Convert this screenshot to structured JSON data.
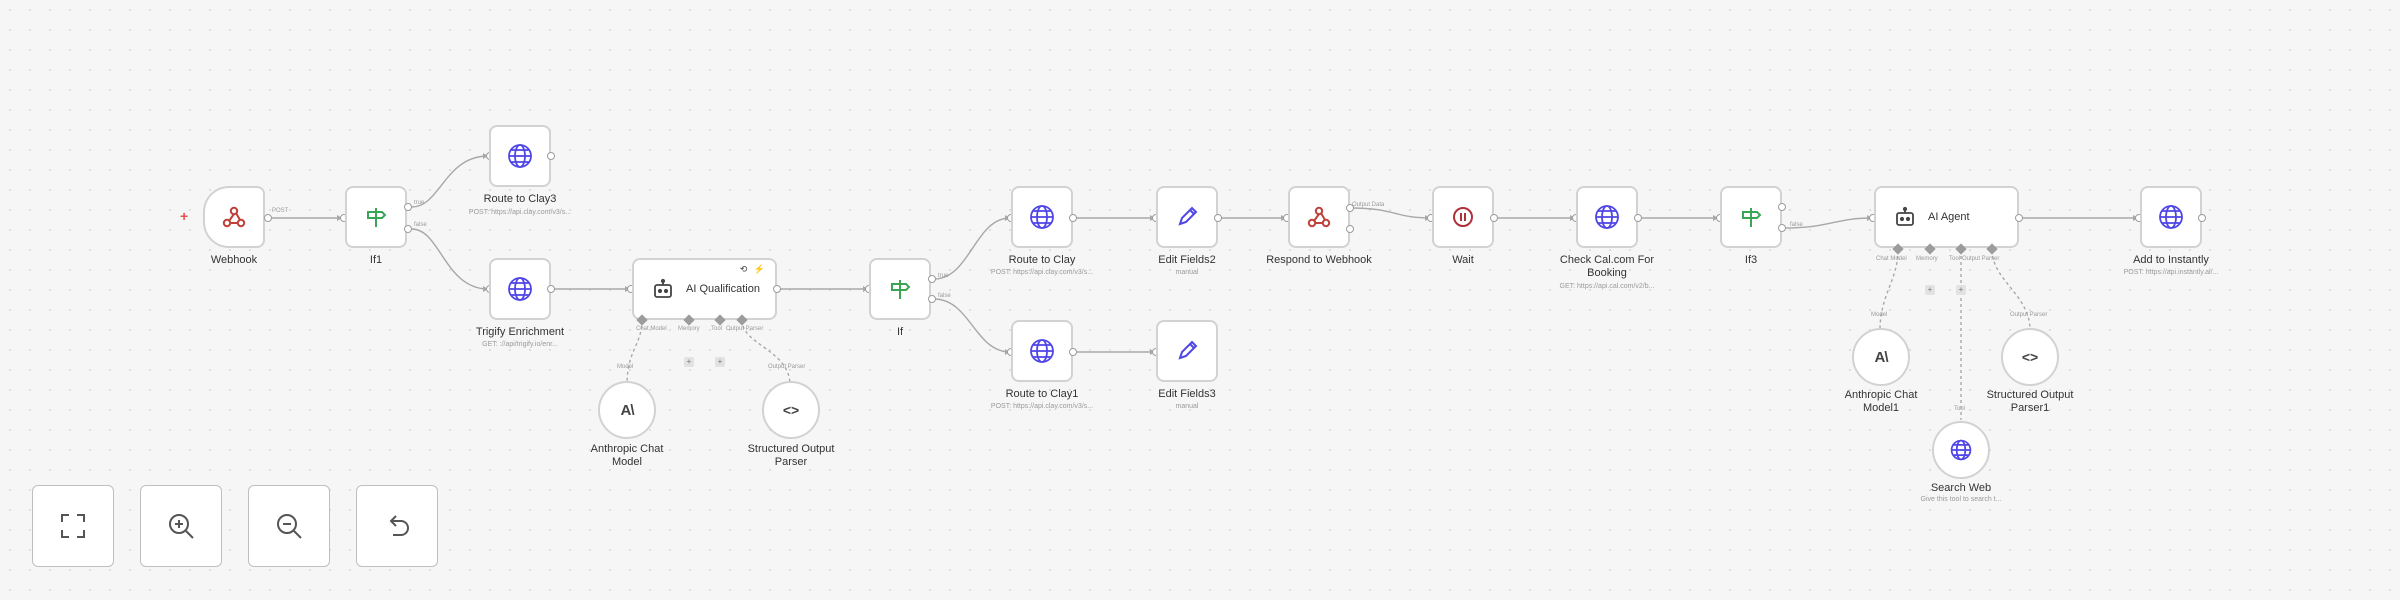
{
  "canvas": {
    "title": "n8n workflow editor"
  },
  "nodes": {
    "webhook": {
      "label": "Webhook",
      "out_label": "POST",
      "icon": "webhook-icon"
    },
    "if1": {
      "label": "If1",
      "out_true": "true",
      "out_false": "false",
      "icon": "if-signpost-icon"
    },
    "route_clay3": {
      "label": "Route to Clay3",
      "sub": "POST: https://api.clay.com/v3/s...",
      "icon": "globe-icon"
    },
    "trigify": {
      "label": "Trigify Enrichment",
      "sub": "GET: ://api/trigify.io/enr...",
      "icon": "globe-icon"
    },
    "ai_qual": {
      "label": "AI Qualification",
      "icon": "robot-icon",
      "corner": "⟲ ⚡",
      "port_labels": [
        "Chat Model",
        "Memory",
        "Tool",
        "Output Parser"
      ]
    },
    "anthropic1": {
      "label_line1": "Anthropic Chat",
      "label_line2": "Model",
      "port_label": "Model",
      "icon": "anthropic-icon"
    },
    "parser1": {
      "label_line1": "Structured Output",
      "label_line2": "Parser",
      "port_label": "Output Parser",
      "icon": "code-brackets-icon"
    },
    "if": {
      "label": "If",
      "out_true": "true",
      "out_false": "false",
      "icon": "if-signpost-icon"
    },
    "route_clay": {
      "label": "Route to Clay",
      "sub": "POST: https://api.clay.com/v3/s...",
      "icon": "globe-icon"
    },
    "route_clay1": {
      "label": "Route to Clay1",
      "sub": "POST: https://api.clay.com/v3/s...",
      "icon": "globe-icon"
    },
    "edit2": {
      "label": "Edit Fields2",
      "sub": "manual",
      "icon": "pencil-icon"
    },
    "edit3": {
      "label": "Edit Fields3",
      "sub": "manual",
      "icon": "pencil-icon"
    },
    "respond": {
      "label": "Respond to Webhook",
      "out_label": "Output Data",
      "icon": "webhook-icon"
    },
    "wait": {
      "label": "Wait",
      "icon": "pause-icon"
    },
    "check_cal": {
      "label_line1": "Check Cal.com For",
      "label_line2": "Booking",
      "sub": "GET: https://api.cal.com/v2/b...",
      "icon": "globe-icon"
    },
    "if3": {
      "label": "If3",
      "out_label": "false",
      "icon": "if-signpost-icon"
    },
    "ai_agent": {
      "label": "AI Agent",
      "icon": "robot-icon",
      "port_labels": [
        "Chat Model",
        "Memory",
        "Tool",
        "Output Parser"
      ]
    },
    "anthropic2": {
      "label_line1": "Anthropic Chat",
      "label_line2": "Model1",
      "port_label": "Model",
      "icon": "anthropic-icon"
    },
    "parser2": {
      "label_line1": "Structured Output",
      "label_line2": "Parser1",
      "port_label": "Output Parser",
      "icon": "code-brackets-icon"
    },
    "search_web": {
      "label": "Search Web",
      "sub": "Give this tool to search t...",
      "port_label": "Tool",
      "icon": "globe-icon"
    },
    "instantly": {
      "label": "Add to Instantly",
      "sub": "POST: https://api.instantly.ai/...",
      "icon": "globe-icon"
    }
  },
  "controls": {
    "fit": "fit-view-icon",
    "zoom_in": "zoom-in-icon",
    "zoom_out": "zoom-out-icon",
    "reset": "reset-zoom-icon"
  },
  "colors": {
    "accent": "#4f46e5",
    "if_green": "#3aa655",
    "wait_red": "#b0303a",
    "add_plus": "#e8514c"
  }
}
